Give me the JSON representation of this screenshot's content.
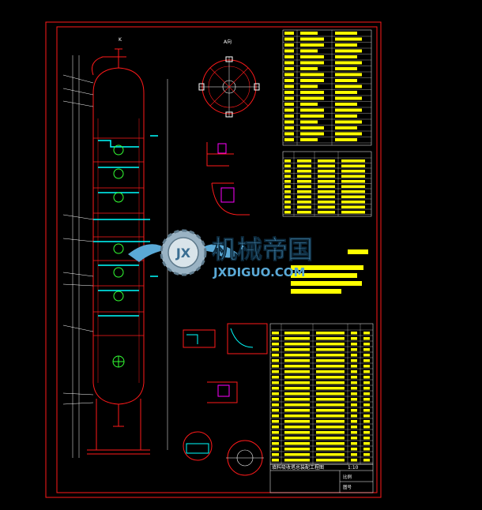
{
  "drawing": {
    "background": "#000000",
    "line_color": "#ff1a1a",
    "dim_color": "#ffffff",
    "annotation_color": "#ffff00",
    "nozzle_color": "#00ffff",
    "hatch_color": "#ff00ff",
    "title_strip": "填料吸收塔总装配工程图",
    "title_strip_right": "1:10",
    "title_block_right_top": "比例",
    "title_block_right_bottom": "图号"
  },
  "labels": {
    "section_top": "A向",
    "elev_mark": "K"
  },
  "watermark": {
    "brand_cn": "机械帝国",
    "brand_url": "JXDIGUO.COM",
    "logo_letters": "JX",
    "color": "#5aa9d6"
  }
}
